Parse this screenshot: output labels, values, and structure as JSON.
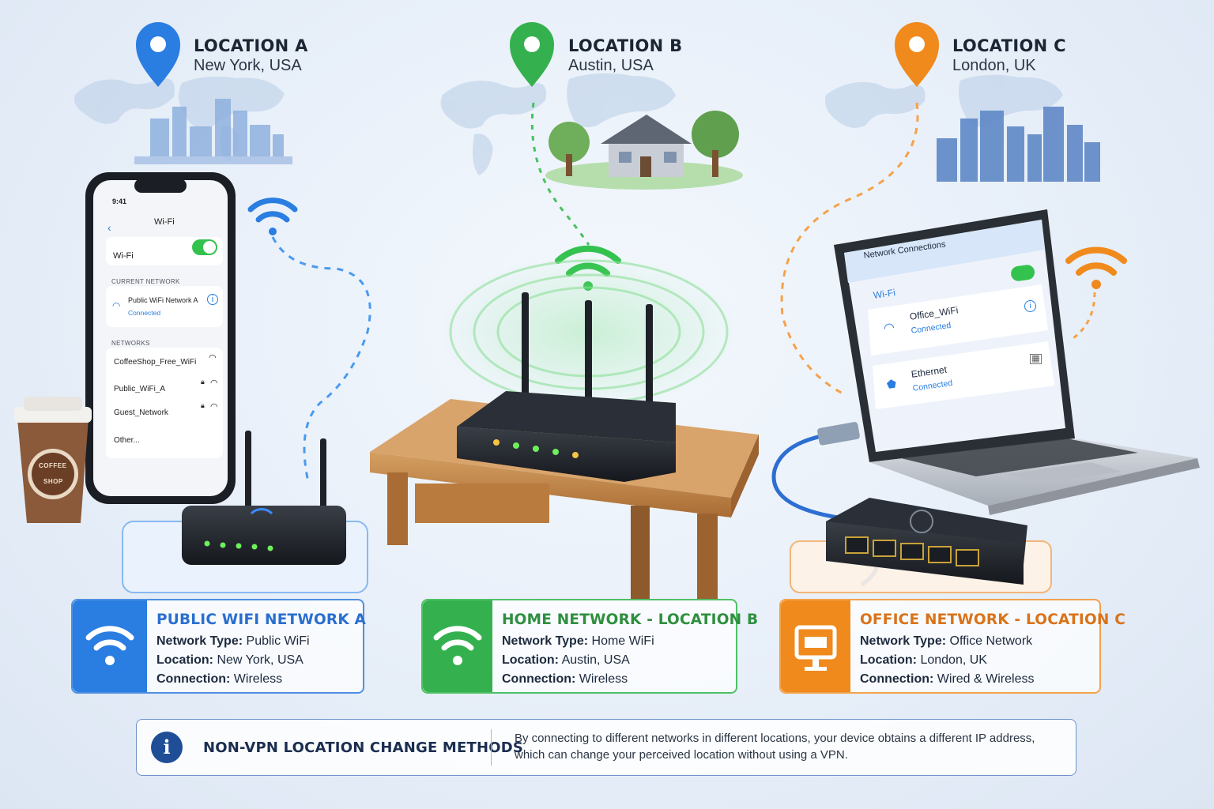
{
  "locations": [
    {
      "label": "LOCATION A",
      "place": "New York, USA",
      "color": "#2a7de1"
    },
    {
      "label": "LOCATION B",
      "place": "Austin, USA",
      "color": "#34b14e"
    },
    {
      "label": "LOCATION C",
      "place": "London, UK",
      "color": "#f08a1c"
    }
  ],
  "phone": {
    "time": "9:41",
    "screen_title": "Wi-Fi",
    "wifi_toggle_label": "Wi-Fi",
    "wifi_toggle_on": true,
    "current_network_header": "CURRENT NETWORK",
    "current_network": {
      "name": "Public WiFi Network A",
      "status": "Connected"
    },
    "networks_header": "NETWORKS",
    "networks": [
      {
        "name": "CoffeeShop_Free_WiFi",
        "locked": false
      },
      {
        "name": "Public_WiFi_A",
        "locked": true
      },
      {
        "name": "Guest_Network",
        "locked": true
      }
    ],
    "other_label": "Other..."
  },
  "coffee_cup": {
    "text_top": "COFFEE",
    "text_bottom": "SHOP"
  },
  "laptop": {
    "window_title": "Network Connections",
    "wifi_section": "Wi-Fi",
    "wifi_toggle_on": true,
    "wifi_connection": {
      "name": "Office_WiFi",
      "status": "Connected"
    },
    "ethernet_connection": {
      "name": "Ethernet",
      "status": "Connected"
    }
  },
  "cards": [
    {
      "title": "PUBLIC WIFI NETWORK A",
      "type_label": "Network Type:",
      "type_value": "Public WiFi",
      "location_label": "Location:",
      "location_value": "New York, USA",
      "connection_label": "Connection:",
      "connection_value": "Wireless",
      "color": "#2a7de1",
      "icon": "wifi-icon"
    },
    {
      "title": "HOME NETWORK - LOCATION B",
      "type_label": "Network Type:",
      "type_value": "Home WiFi",
      "location_label": "Location:",
      "location_value": "Austin, USA",
      "connection_label": "Connection:",
      "connection_value": "Wireless",
      "color": "#34b14e",
      "icon": "wifi-icon"
    },
    {
      "title": "OFFICE NETWORK - LOCATION C",
      "type_label": "Network Type:",
      "type_value": "Office Network",
      "location_label": "Location:",
      "location_value": "London, UK",
      "connection_label": "Connection:",
      "connection_value": "Wired & Wireless",
      "color": "#f08a1c",
      "icon": "ethernet-port-icon"
    }
  ],
  "banner": {
    "title": "NON-VPN LOCATION CHANGE METHODS",
    "text_line1": "By connecting to different networks in different locations, your device obtains a different IP address,",
    "text_line2": "which can change your perceived location without using a VPN.",
    "icon": "info-icon"
  }
}
